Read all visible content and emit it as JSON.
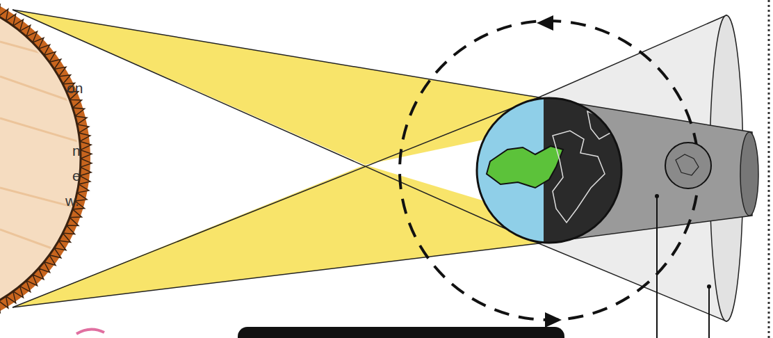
{
  "diagram": {
    "labels": [
      "on",
      "n",
      "e",
      "w."
    ]
  }
}
